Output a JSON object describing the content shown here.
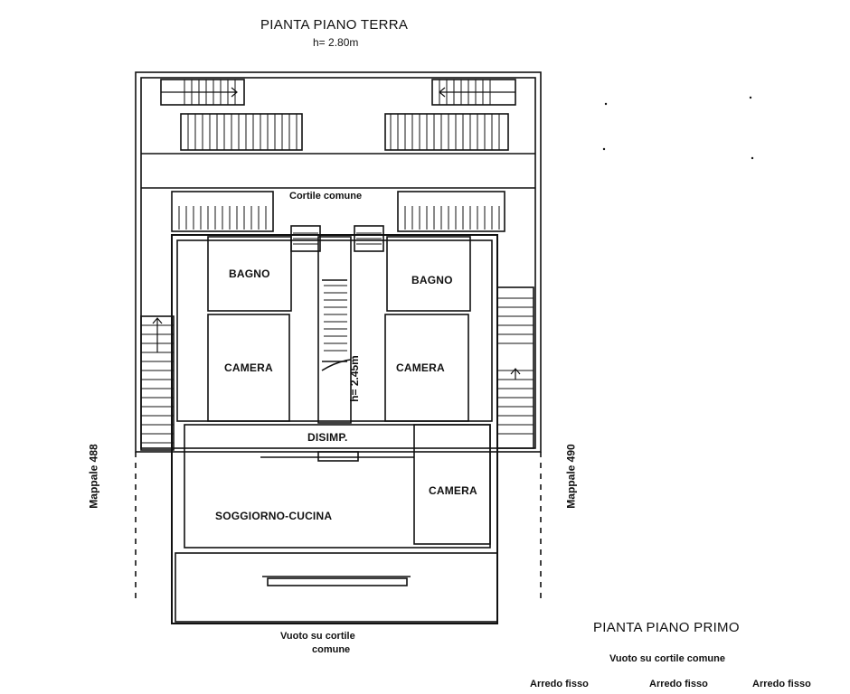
{
  "plan": {
    "ground_title": "PIANTA PIANO TERRA",
    "ground_height": "h= 2.80m",
    "first_title": "PIANTA PIANO PRIMO",
    "first_subtitle": "Vuoto su cortile comune",
    "courtyard": "Cortile comune",
    "void_line1": "Vuoto su cortile",
    "void_line2": "comune",
    "stair_height": "h= 2.45m",
    "parcel_left": "Mappale 488",
    "parcel_right": "Mappale 490"
  },
  "rooms": {
    "bath_left": "BAGNO",
    "bath_right": "BAGNO",
    "bedroom_left": "CAMERA",
    "bedroom_right": "CAMERA",
    "bedroom_bottom_right": "CAMERA",
    "hallway": "DISIMP.",
    "living_kitchen": "SOGGIORNO-CUCINA"
  },
  "legend": {
    "fixed_furniture_1": "Arredo fisso",
    "fixed_furniture_2": "Arredo fisso",
    "fixed_furniture_3": "Arredo fisso"
  },
  "stroke_color": "#111111"
}
